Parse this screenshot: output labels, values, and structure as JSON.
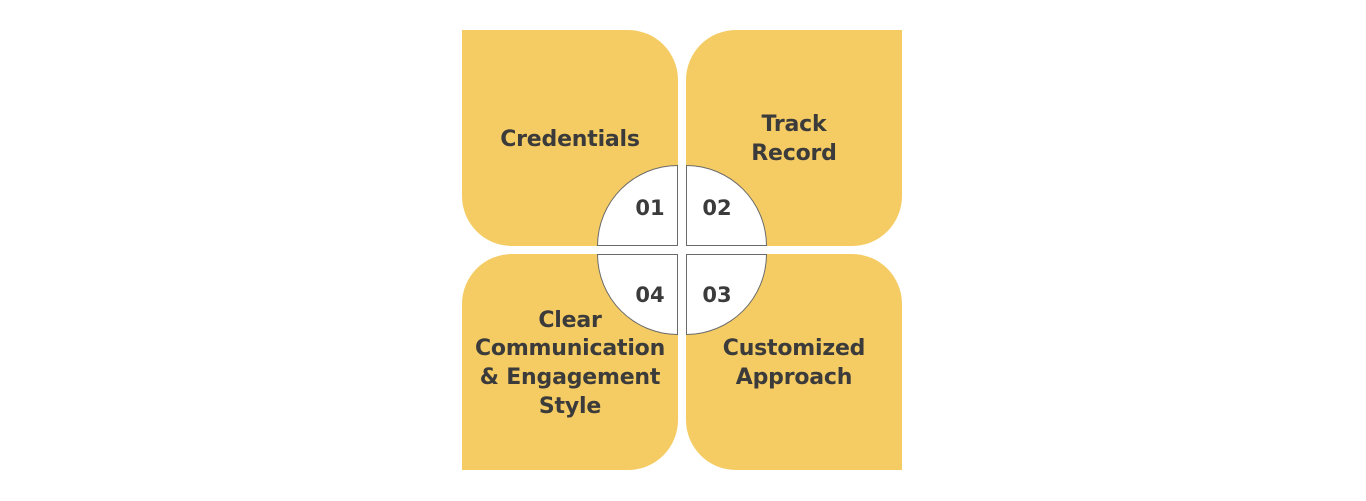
{
  "colors": {
    "background": "#FFFFFF",
    "petal_fill": "#F5CC63",
    "text": "#3B3B3B",
    "disc_fill": "#FFFFFF",
    "disc_border": "#6A6A6A"
  },
  "diagram": {
    "type": "four-quadrant-petal-diagram",
    "quadrants": [
      {
        "position": "top-left",
        "number": "01",
        "label": "Credentials"
      },
      {
        "position": "top-right",
        "number": "02",
        "label": "Track\nRecord"
      },
      {
        "position": "bottom-right",
        "number": "03",
        "label": "Customized\nApproach"
      },
      {
        "position": "bottom-left",
        "number": "04",
        "label": "Clear\nCommunication\n& Engagement\nStyle"
      }
    ]
  }
}
